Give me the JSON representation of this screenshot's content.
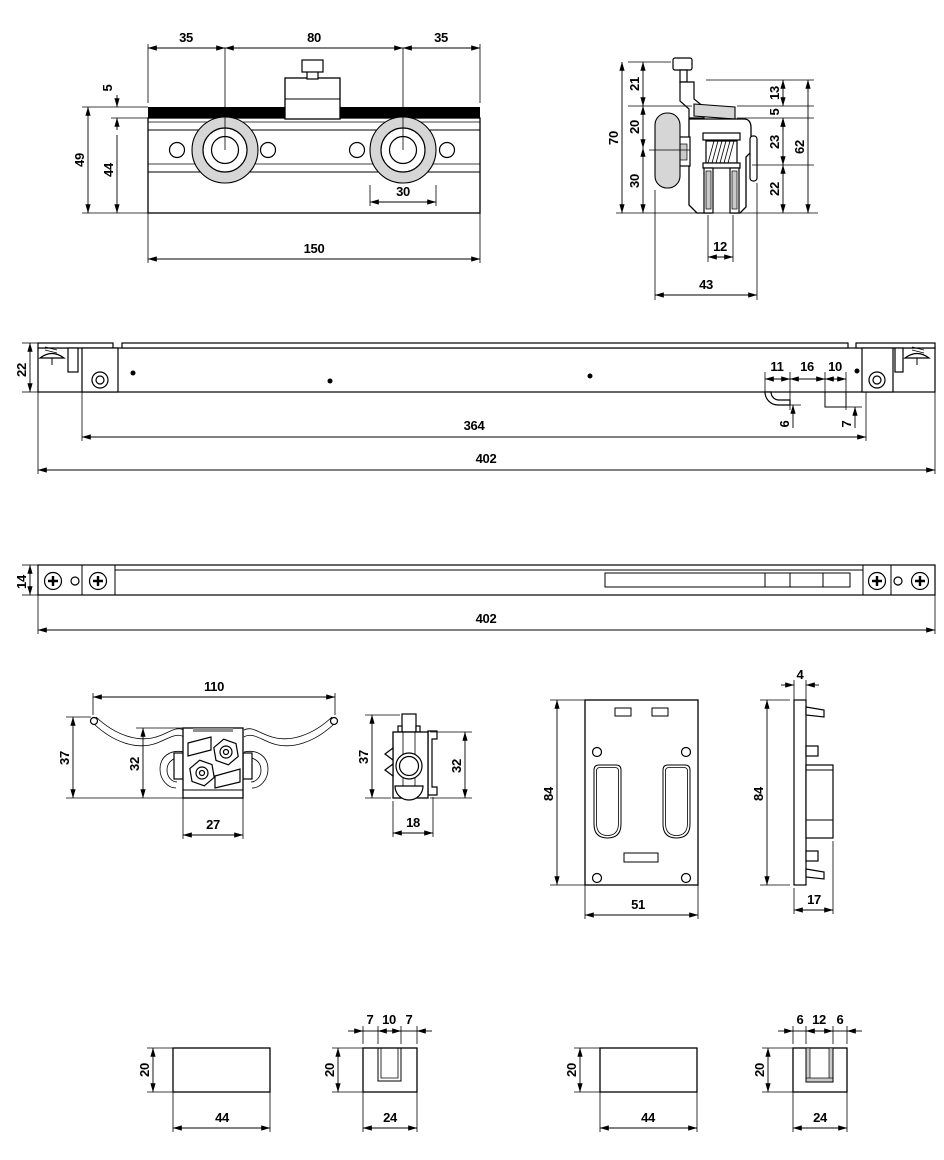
{
  "views": {
    "carriage_front": {
      "d35l": "35",
      "d80": "80",
      "d35r": "35",
      "d5": "5",
      "d49": "49",
      "d44": "44",
      "d30": "30",
      "d150": "150"
    },
    "carriage_side": {
      "d21": "21",
      "d20": "20",
      "d30": "30",
      "d70": "70",
      "d13": "13",
      "d5": "5",
      "d23": "23",
      "d22": "22",
      "d62": "62",
      "d12": "12",
      "d43": "43"
    },
    "track_upper": {
      "d22": "22",
      "d11": "11",
      "d16": "16",
      "d10": "10",
      "d6": "6",
      "d7": "7",
      "d364": "364",
      "d402": "402"
    },
    "track_lower": {
      "d14": "14",
      "d402": "402"
    },
    "clamp_front": {
      "d110": "110",
      "d37": "37",
      "d32": "32",
      "d27": "27"
    },
    "clamp_side": {
      "d37": "37",
      "d32": "32",
      "d18": "18"
    },
    "plate_front": {
      "d84": "84",
      "d51": "51"
    },
    "plate_side": {
      "d4": "4",
      "d84": "84",
      "d17": "17"
    },
    "cap_solid_left": {
      "d20": "20",
      "d44": "44"
    },
    "cap_channel_left": {
      "d7a": "7",
      "d10": "10",
      "d7b": "7",
      "d20": "20",
      "d24": "24"
    },
    "cap_solid_right": {
      "d20": "20",
      "d44": "44"
    },
    "cap_channel_right": {
      "d6a": "6",
      "d12": "12",
      "d6b": "6",
      "d20": "20",
      "d24": "24"
    }
  },
  "colors": {
    "line": "#000000",
    "fill_gray": "#d6d6d6",
    "fill_black": "#000000",
    "background": "#ffffff"
  }
}
